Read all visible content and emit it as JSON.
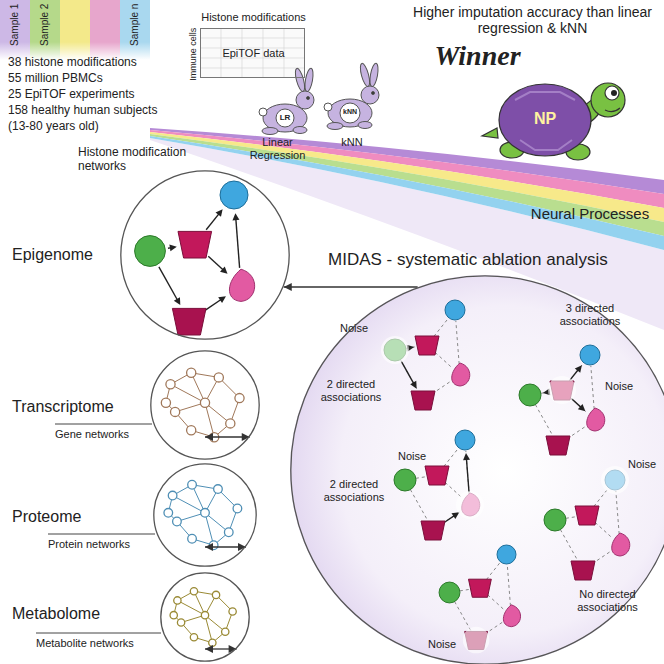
{
  "diagram": {
    "nodes": [
      {
        "text": [
          "Histone modifications",
          "EpiTOF data",
          "Immune cells"
        ]
      },
      {
        "text": [
          "Histone modification networks",
          "Epigenome"
        ]
      },
      {
        "text": [
          "Transcriptome",
          "Gene networks"
        ]
      },
      {
        "text": [
          "Proteome",
          "Protein networks"
        ]
      },
      {
        "text": [
          "Metabolome",
          "Metabolite networks"
        ]
      },
      {
        "text": [
          "MIDAS - systematic ablation analysis"
        ]
      }
    ],
    "edges": [
      {
        "from": 5,
        "to": 1,
        "arrow": "to"
      },
      {
        "from": 1,
        "to": 2,
        "arrow": "both"
      },
      {
        "from": 1,
        "to": 3,
        "arrow": "both"
      },
      {
        "from": 1,
        "to": 4,
        "arrow": "both"
      }
    ],
    "labels": [
      "Sample 1",
      "Sample 2",
      "Sample n",
      "38 histone modifications",
      "55 million PBMCs",
      "25 EpiTOF experiments",
      "158 healthy human subjects",
      "(13-80 years old)",
      "Higher imputation accuracy than linear regression & kNN",
      "Winner",
      "LR",
      "kNN",
      "Linear Regression",
      "kNN",
      "NP",
      "Neural Processes",
      "Noise",
      "2 directed associations",
      "3 directed associations",
      "Noise",
      "Noise",
      "2 directed associations",
      "Noise",
      "No directed associations",
      "Noise"
    ]
  }
}
